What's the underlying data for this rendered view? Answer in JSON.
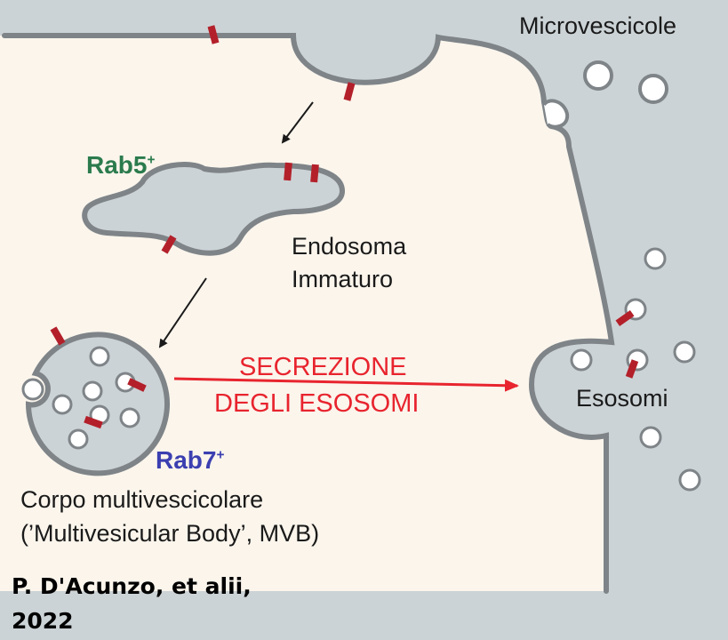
{
  "labels": {
    "microvesicles": "Microvescicole",
    "rab5": "Rab5",
    "rab5_sup": "+",
    "early_endosome_line1": "Endosoma",
    "early_endosome_line2": "Immaturo",
    "secretion_line1": "SECREZIONE",
    "secretion_line2": "DEGLI ESOSOMI",
    "exosomes": "Esosomi",
    "rab7": "Rab7",
    "rab7_sup": "+",
    "mvb_line1": "Corpo multivescicolare",
    "mvb_line2": "(’Multivesicular Body’, MVB)"
  },
  "citation": {
    "line1": "P. D'Acunzo, et alii,",
    "line2": "2022"
  },
  "colors": {
    "cytoplasm": "#fbf5ec",
    "extracellular": "#ccd3d6",
    "membrane": "#7e8488",
    "marker": "#b3202a",
    "rab5": "#2b7b4d",
    "rab7": "#3b3fb0",
    "secretion": "#e8242e"
  }
}
